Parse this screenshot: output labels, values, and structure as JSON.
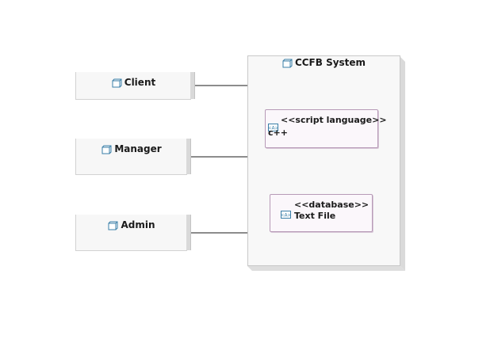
{
  "nodes": {
    "client": {
      "label": "Client"
    },
    "manager": {
      "label": "Manager"
    },
    "admin": {
      "label": "Admin"
    },
    "system": {
      "label": "CCFB System"
    }
  },
  "artifacts": {
    "script": {
      "stereotype": "<<script language>>",
      "name": "c++"
    },
    "database": {
      "stereotype": "<<database>>",
      "name": "Text File"
    }
  },
  "icons": {
    "node": "node-cube-icon",
    "artifact": "artifact-icon"
  },
  "colors": {
    "node_icon": "#3a7fa8",
    "artifact_border": "#b79ab7",
    "connector": "#1a1a1a"
  }
}
